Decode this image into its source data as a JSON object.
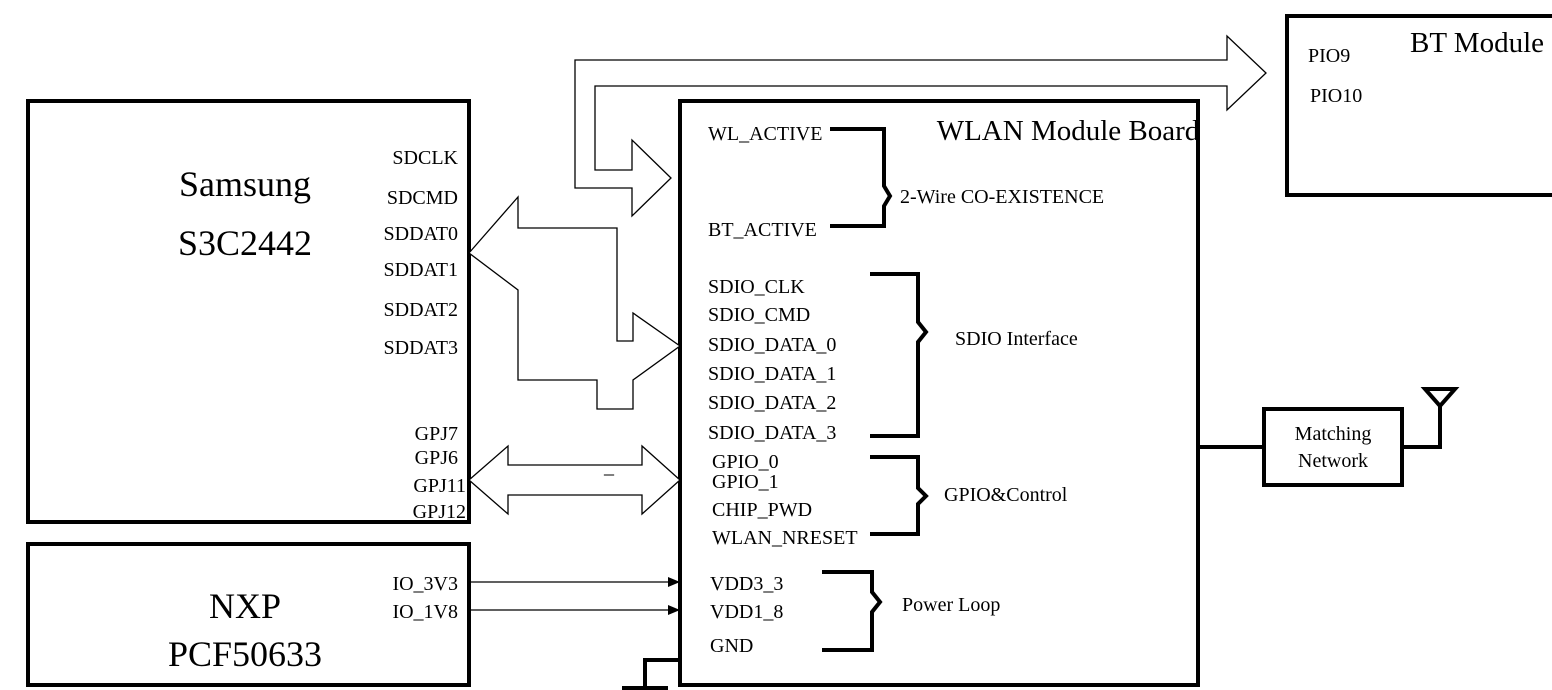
{
  "samsung": {
    "name": "Samsung",
    "part": "S3C2442",
    "pins": [
      "SDCLK",
      "SDCMD",
      "SDDAT0",
      "SDDAT1",
      "SDDAT2",
      "SDDAT3",
      "GPJ7",
      "GPJ6",
      "GPJ11",
      "GPJ12"
    ]
  },
  "nxp": {
    "name": "NXP",
    "part": "PCF50633",
    "pins": [
      "IO_3V3",
      "IO_1V8"
    ]
  },
  "wlan": {
    "title": "WLAN Module Board",
    "coex_pins": [
      "WL_ACTIVE",
      "BT_ACTIVE"
    ],
    "sdio_pins": [
      "SDIO_CLK",
      "SDIO_CMD",
      "SDIO_DATA_0",
      "SDIO_DATA_1",
      "SDIO_DATA_2",
      "SDIO_DATA_3"
    ],
    "gpio_pins": [
      "GPIO_0",
      "GPIO_1",
      "CHIP_PWD",
      "WLAN_NRESET"
    ],
    "power_pins": [
      "VDD3_3",
      "VDD1_8",
      "GND"
    ]
  },
  "groups": {
    "coex": "2-Wire CO-EXISTENCE",
    "sdio": "SDIO Interface",
    "gpio": "GPIO&Control",
    "power": "Power Loop"
  },
  "bt": {
    "title": "BT Module",
    "pins": [
      "PIO9",
      "PIO10"
    ]
  },
  "matching": {
    "line1": "Matching",
    "line2": "Network"
  },
  "stray_mark": "_"
}
